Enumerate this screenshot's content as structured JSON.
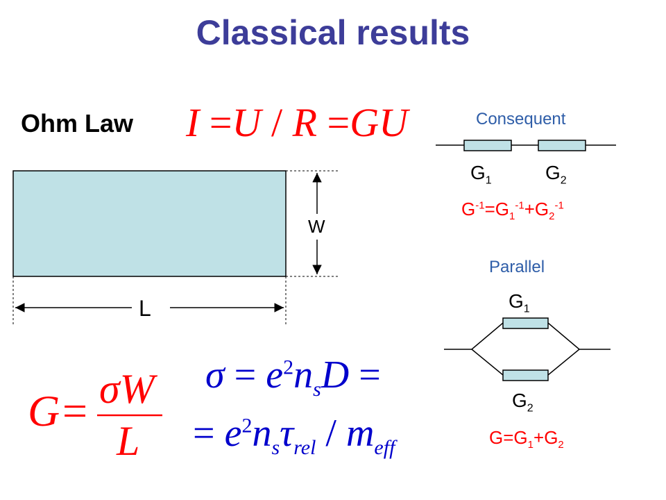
{
  "title": "Classical results",
  "ohm": {
    "label": "Ohm Law",
    "I": "I",
    "eq1": "=",
    "U1": "U",
    "slash": "/",
    "R": "R",
    "eq2": "=",
    "G": "G",
    "U2": "U"
  },
  "sample": {
    "width_label": "W",
    "length_label": "L",
    "colors": {
      "fill": "#bfe1e6",
      "stroke": "#000000"
    }
  },
  "conductance_formula": {
    "G": "G",
    "eq": "=",
    "sigma": "σ",
    "W": "W",
    "L": "L"
  },
  "sigma_formula": {
    "sigma": "σ",
    "eq1": "=",
    "e": "e",
    "two1": "2",
    "n": "n",
    "s": "s",
    "D": "D",
    "eq_end": "=",
    "eq2": "=",
    "e2": "e",
    "two2": "2",
    "n2": "n",
    "s2": "s",
    "tau": "τ",
    "rel": "rel",
    "slash": "/",
    "m": "m",
    "eff": "eff"
  },
  "series": {
    "heading": "Consequent",
    "g1": {
      "base": "G",
      "sub": "1"
    },
    "g2": {
      "base": "G",
      "sub": "2"
    },
    "formula": {
      "G": "G",
      "sup0": "-1",
      "eq": "=",
      "G1": "G",
      "sub1": "1",
      "sup1": "-1",
      "plus": "+",
      "G2": "G",
      "sub2": "2",
      "sup2": "-1"
    }
  },
  "parallel": {
    "heading": "Parallel",
    "g1": {
      "base": "G",
      "sub": "1"
    },
    "g2": {
      "base": "G",
      "sub": "2"
    },
    "formula": {
      "G": "G",
      "eq": "=",
      "G1": "G",
      "sub1": "1",
      "plus": "+",
      "G2": "G",
      "sub2": "2"
    }
  },
  "colors": {
    "title": "#3d3d99",
    "heading": "#2e5da8",
    "formula": "#ff0000",
    "resistor_fill": "#bfe1e6"
  }
}
